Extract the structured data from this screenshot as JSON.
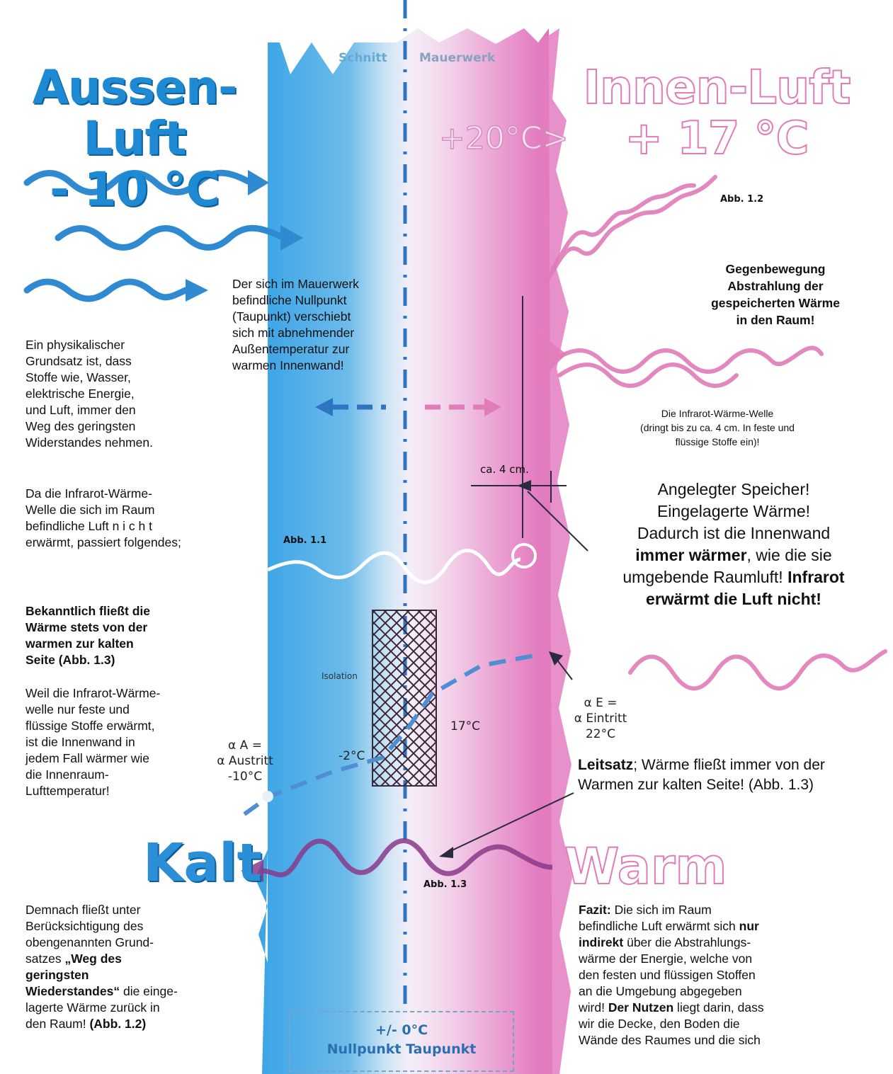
{
  "colors": {
    "cold": "#2a8fd6",
    "warm": "#e07cb8",
    "text": "#111111"
  },
  "titles": {
    "outside_line1": "Aussen-Luft",
    "outside_line2": "- 10 °C",
    "inside_line1": "Innen-Luft",
    "inside_line2": "+ 17 °C",
    "wall_left": "Schnitt",
    "wall_right": "Mauerwerk",
    "wall_inner_temp": "+20°C>"
  },
  "labels": {
    "abb_1_1": "Abb. 1.1",
    "abb_1_2": "Abb. 1.2",
    "abb_1_3": "Abb. 1.3",
    "ca_4cm": "ca. 4 cm.",
    "isolation": "Isolation",
    "temp_17": "17°C",
    "temp_minus2": "-2°C",
    "alpha_a_1": "α A =",
    "alpha_a_2": "α Austritt",
    "alpha_a_3": "-10°C",
    "alpha_e_1": "α E =",
    "alpha_e_2": "α Eintritt",
    "alpha_e_3": "22°C",
    "kalt": "Kalt",
    "warm": "Warm",
    "taupunkt_1": "+/- 0°C",
    "taupunkt_2": "Nullpunkt Taupunkt"
  },
  "texts": {
    "nullpunkt": [
      "Der sich im Mauerwerk",
      "befindliche Nullpunkt",
      "(Taupunkt) verschiebt",
      "sich mit abnehmender",
      "Außentemperatur zur",
      "warmen Innenwand!"
    ],
    "gegenbewegung": [
      "Gegenbewegung",
      "Abstrahlung der",
      "gespeicherten Wärme",
      "in den Raum!"
    ],
    "grundsatz": [
      "Ein physikalischer",
      "Grundsatz ist, dass",
      "Stoffe wie, Wasser,",
      "elektrische Energie,",
      "und Luft, immer den",
      "Weg des geringsten",
      "Widerstandes nehmen."
    ],
    "infrarot_welle": [
      "Die Infrarot-Wärme-Welle",
      "(dringt bis zu ca. 4 cm. In feste und",
      "flüssige Stoffe ein)!"
    ],
    "da_die": [
      "Da die Infrarot-Wärme-",
      "Welle die sich im Raum",
      "befindliche Luft  n i c h t",
      "erwärmt, passiert folgendes;"
    ],
    "speicher_1": "Angelegter Speicher!",
    "speicher_2": "Eingelagerte Wärme!",
    "speicher_3": "Dadurch ist die Innenwand",
    "speicher_4b": "immer wärmer",
    "speicher_4r": ", wie die sie",
    "speicher_5r": "umgebende Raumluft! ",
    "speicher_5b": "Infrarot",
    "speicher_6b": "erwärmt die Luft nicht!",
    "bekanntlich": [
      "Bekanntlich fließt die",
      "Wärme stets von der",
      "warmen zur kalten",
      "Seite     (Abb. 1.3)"
    ],
    "weil": [
      "Weil die Infrarot-Wärme-",
      "welle nur feste und",
      "flüssige Stoffe erwärmt,",
      "ist die Innenwand in",
      "jedem Fall wärmer wie",
      "die Innenraum-",
      "Lufttemperatur!"
    ],
    "leitsatz_b": "Leitsatz",
    "leitsatz_r": "; Wärme fließt immer von der",
    "leitsatz_2": "Warmen zur kalten Seite! (Abb. 1.3)",
    "demnach": [
      "Demnach fließt unter",
      "Berücksichtigung des",
      "obengenannten Grund-",
      "satzes "
    ],
    "demnach_b1": "„Weg des",
    "demnach_b2": "geringsten",
    "demnach_b3": "Wiederstandes“",
    "demnach_r3": " die einge-",
    "demnach_4": "lagerte Wärme zurück in",
    "demnach_5r": "den Raum! ",
    "demnach_5b": "(Abb. 1.2)",
    "fazit_b": "Fazit:",
    "fazit_1r": " Die sich im Raum",
    "fazit_2r": "befindliche Luft erwärmt sich ",
    "fazit_2b": "nur",
    "fazit_3b": "indirekt",
    "fazit_3r": " über die Abstrahlungs-",
    "fazit_4": "wärme der Energie, welche von",
    "fazit_5": "den festen und flüssigen Stoffen",
    "fazit_6": "an die Umgebung abgegeben",
    "fazit_7r": "wird! ",
    "fazit_7b": "Der Nutzen",
    "fazit_7r2": " liegt darin, dass",
    "fazit_8": "wir die Decke, den Boden die",
    "fazit_9": "Wände des Raumes und die sich"
  }
}
